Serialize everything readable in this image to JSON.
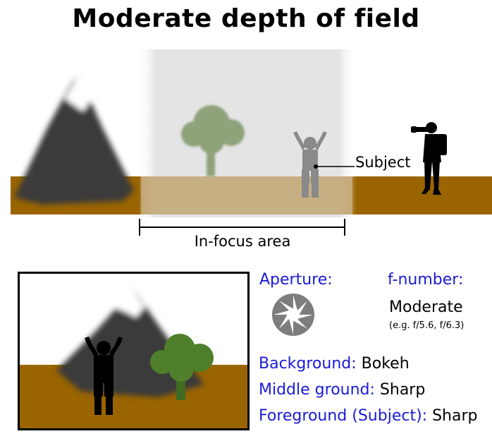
{
  "title": "Moderate depth of field",
  "labels": {
    "subject": "Subject",
    "in_focus_area": "In-focus area"
  },
  "settings": {
    "aperture_label": "Aperture:",
    "fnumber_label": "f-number:",
    "fnumber_value": "Moderate",
    "fnumber_example": "(e.g. f/5.6, f/6.3)"
  },
  "results": [
    {
      "label": "Background:",
      "value": "Bokeh"
    },
    {
      "label": "Middle ground:",
      "value": "Sharp"
    },
    {
      "label": "Foreground (Subject):",
      "value": "Sharp"
    }
  ],
  "colors": {
    "ground": "#9a6500",
    "mountain": "#3a3a3a",
    "tree_blurred": "#8fa27a",
    "tree_sharp": "#4f7f2a",
    "label_blue": "#1a1ad6",
    "focus_band": "#d9d9d9"
  }
}
